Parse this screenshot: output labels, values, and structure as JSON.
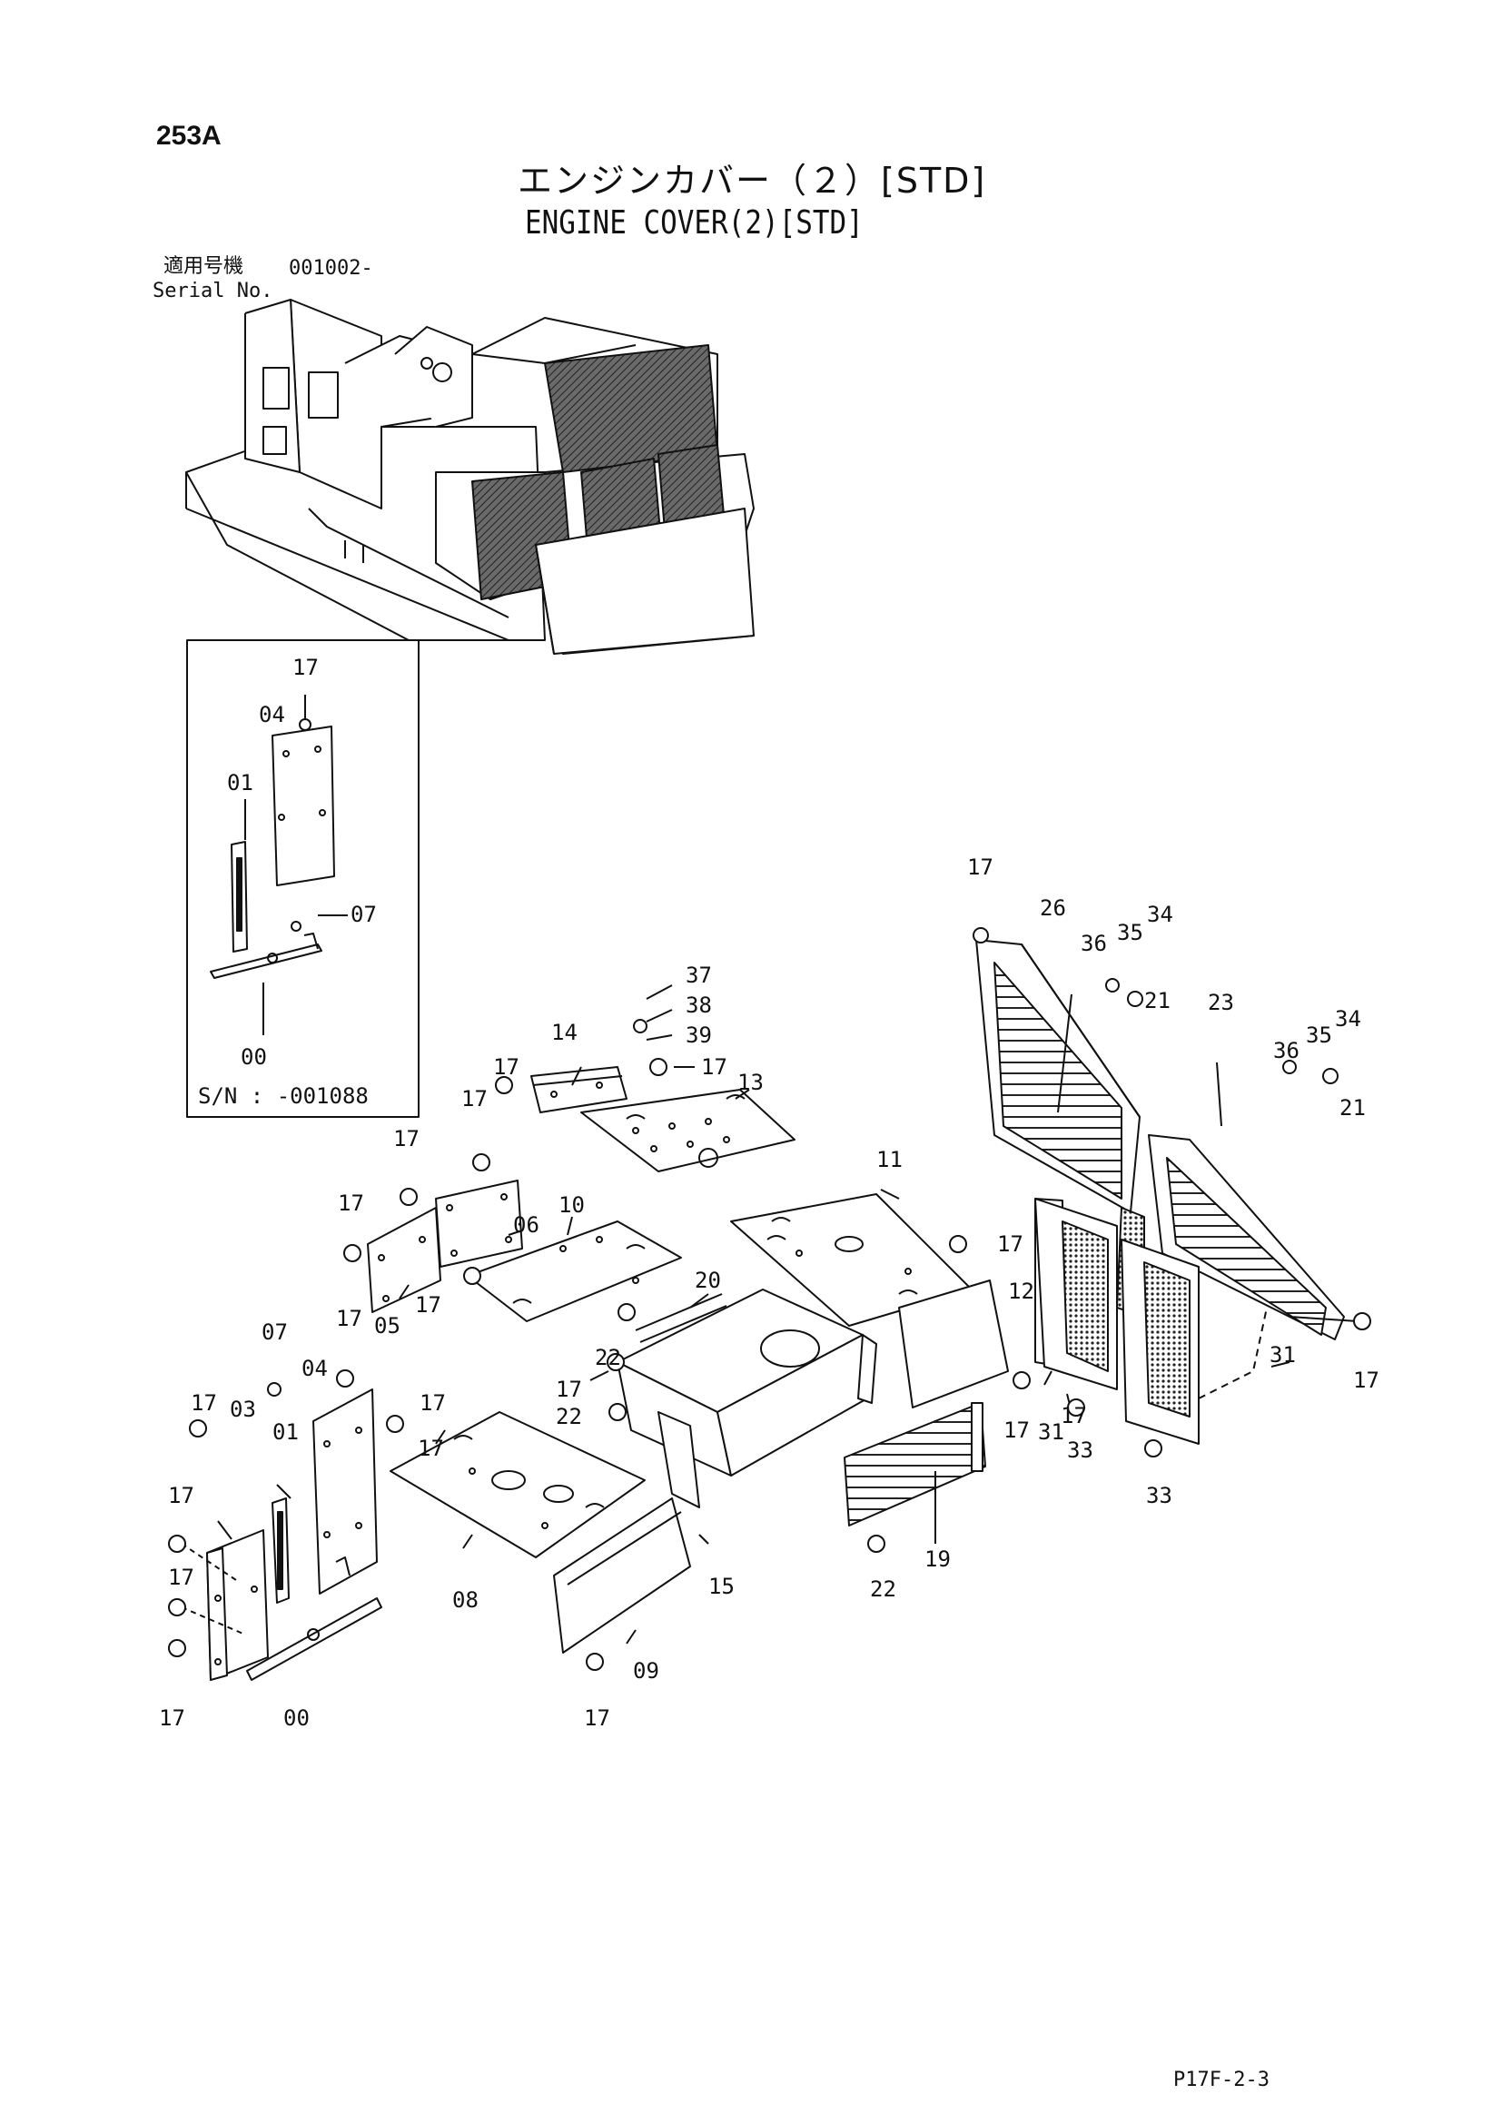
{
  "header": {
    "page_number": "253A",
    "title_jp": "エンジンカバー（２）[STD]",
    "title_en": "ENGINE COVER(2)[STD]"
  },
  "serial": {
    "label_jp": "適用号機",
    "value": "001002-",
    "label_en": "Serial No."
  },
  "inset": {
    "sn_label": "S/N : -001088"
  },
  "footer": {
    "code": "P17F-2-3"
  },
  "callouts": [
    {
      "id": "c1",
      "text": "17"
    },
    {
      "id": "c2",
      "text": "04"
    },
    {
      "id": "c3",
      "text": "01"
    },
    {
      "id": "c4",
      "text": "07"
    },
    {
      "id": "c5",
      "text": "00"
    },
    {
      "id": "c6",
      "text": "17"
    },
    {
      "id": "c7",
      "text": "26"
    },
    {
      "id": "c8",
      "text": "36"
    },
    {
      "id": "c9",
      "text": "35"
    },
    {
      "id": "c10",
      "text": "34"
    },
    {
      "id": "c11",
      "text": "21"
    },
    {
      "id": "c12",
      "text": "23"
    },
    {
      "id": "c13",
      "text": "36"
    },
    {
      "id": "c14",
      "text": "35"
    },
    {
      "id": "c15",
      "text": "34"
    },
    {
      "id": "c16",
      "text": "21"
    },
    {
      "id": "c17",
      "text": "37"
    },
    {
      "id": "c18",
      "text": "38"
    },
    {
      "id": "c19",
      "text": "39"
    },
    {
      "id": "c20",
      "text": "17"
    },
    {
      "id": "c21",
      "text": "13"
    },
    {
      "id": "c22",
      "text": "14"
    },
    {
      "id": "c23",
      "text": "17"
    },
    {
      "id": "c24",
      "text": "17"
    },
    {
      "id": "c25",
      "text": "17"
    },
    {
      "id": "c26",
      "text": "11"
    },
    {
      "id": "c27",
      "text": "17"
    },
    {
      "id": "c28",
      "text": "06"
    },
    {
      "id": "c29",
      "text": "10"
    },
    {
      "id": "c30",
      "text": "17"
    },
    {
      "id": "c31",
      "text": "05"
    },
    {
      "id": "c32",
      "text": "17"
    },
    {
      "id": "c33",
      "text": "20"
    },
    {
      "id": "c34",
      "text": "12"
    },
    {
      "id": "c35",
      "text": "17"
    },
    {
      "id": "c36",
      "text": "31"
    },
    {
      "id": "c37",
      "text": "22"
    },
    {
      "id": "c38",
      "text": "17"
    },
    {
      "id": "c39",
      "text": "22"
    },
    {
      "id": "c40",
      "text": "07"
    },
    {
      "id": "c41",
      "text": "17"
    },
    {
      "id": "c42",
      "text": "04"
    },
    {
      "id": "c43",
      "text": "01"
    },
    {
      "id": "c44",
      "text": "17"
    },
    {
      "id": "c45",
      "text": "03"
    },
    {
      "id": "c46",
      "text": "17"
    },
    {
      "id": "c47",
      "text": "17"
    },
    {
      "id": "c48",
      "text": "17"
    },
    {
      "id": "c49",
      "text": "00"
    },
    {
      "id": "c50",
      "text": "17"
    },
    {
      "id": "c51",
      "text": "08"
    },
    {
      "id": "c52",
      "text": "09"
    },
    {
      "id": "c53",
      "text": "17"
    },
    {
      "id": "c54",
      "text": "15"
    },
    {
      "id": "c55",
      "text": "22"
    },
    {
      "id": "c56",
      "text": "19"
    },
    {
      "id": "c57",
      "text": "17"
    },
    {
      "id": "c58",
      "text": "31"
    },
    {
      "id": "c59",
      "text": "33"
    },
    {
      "id": "c60",
      "text": "33"
    },
    {
      "id": "c61",
      "text": "17"
    },
    {
      "id": "c62",
      "text": "17"
    }
  ]
}
